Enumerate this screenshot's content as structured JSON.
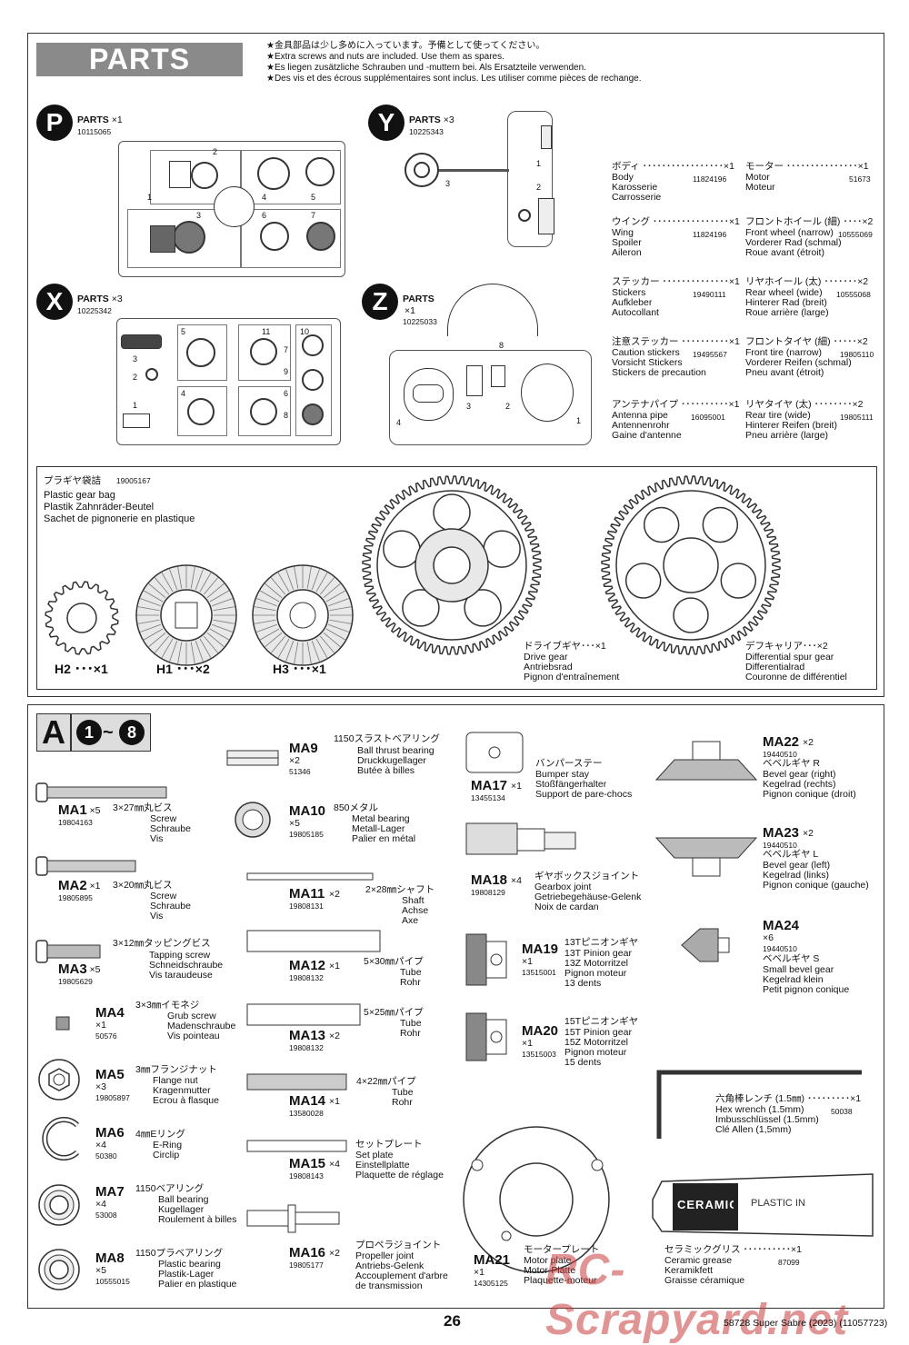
{
  "header": {
    "title": "PARTS",
    "notes": [
      "★金具部品は少し多めに入っています。予備として使ってください。",
      "★Extra screws and nuts are included. Use them as spares.",
      "★Es liegen zusätzliche Schrauben und -muttern bei. Als Ersatzteile verwenden.",
      "★Des vis et des écrous supplémentaires sont inclus. Les utiliser comme pièces de rechange."
    ]
  },
  "sprues": {
    "p": {
      "letter": "P",
      "label": "PARTS",
      "qty": "×1",
      "code": "10115065",
      "nums": [
        "1",
        "2",
        "3",
        "4",
        "5",
        "6",
        "7"
      ]
    },
    "y": {
      "letter": "Y",
      "label": "PARTS",
      "qty": "×3",
      "code": "10225343",
      "nums": [
        "1",
        "2",
        "3"
      ]
    },
    "x": {
      "letter": "X",
      "label": "PARTS",
      "qty": "×3",
      "code": "10225342",
      "nums": [
        "1",
        "2",
        "3",
        "4",
        "5",
        "6",
        "7",
        "8",
        "9",
        "10",
        "11"
      ]
    },
    "z": {
      "letter": "Z",
      "label": "PARTS",
      "qty": "×1",
      "code": "10225033",
      "nums": [
        "1",
        "2",
        "3",
        "4",
        "8"
      ]
    }
  },
  "body_parts": [
    {
      "jp": "ボディ ･････････････････×1",
      "lines": [
        "Body",
        "Karosserie",
        "Carrosserie"
      ],
      "code": "11824196"
    },
    {
      "jp": "ウイング ････････････････×1",
      "lines": [
        "Wing",
        "Spoiler",
        "Aileron"
      ],
      "code": "11824196"
    },
    {
      "jp": "ステッカー ･･････････････×1",
      "lines": [
        "Stickers",
        "Aufkleber",
        "Autocollant"
      ],
      "code": "19490111"
    },
    {
      "jp": "注意ステッカー ･･････････×1",
      "lines": [
        "Caution stickers",
        "Vorsicht Stickers",
        "Stickers de precaution"
      ],
      "code": "19495567"
    },
    {
      "jp": "アンテナパイプ ･･････････×1",
      "lines": [
        "Antenna pipe",
        "Antennenrohr",
        "Gaine d'antenne"
      ],
      "code": "16095001"
    }
  ],
  "right_parts": [
    {
      "jp": "モーター ･･･････････････×1",
      "lines": [
        "Motor",
        "Moteur"
      ],
      "code": "51673"
    },
    {
      "jp": "フロントホイール (細) ････×2",
      "lines": [
        "Front wheel (narrow)",
        "Vorderer Rad (schmal)",
        "Roue avant (étroit)"
      ],
      "code": "10555069"
    },
    {
      "jp": "リヤホイール (太) ･･･････×2",
      "lines": [
        "Rear wheel (wide)",
        "Hinterer Rad (breit)",
        "Roue arrière (large)"
      ],
      "code": "10555068"
    },
    {
      "jp": "フロントタイヤ (細) ･････×2",
      "lines": [
        "Front tire (narrow)",
        "Vorderer Reifen (schmal)",
        "Pneu avant (étroit)"
      ],
      "code": "19805110"
    },
    {
      "jp": "リヤタイヤ (太) ････････×2",
      "lines": [
        "Rear tire (wide)",
        "Hinterer Reifen (breit)",
        "Pneu arrière (large)"
      ],
      "code": "19805111"
    }
  ],
  "gear_bag": {
    "jp": "プラギヤ袋詰",
    "code": "19005167",
    "lines": [
      "Plastic gear bag",
      "Plastik Zahnräder-Beutel",
      "Sachet de pignonerie en plastique"
    ],
    "h2": "H2 ･･･×1",
    "h1": "H1 ･･･×2",
    "h3": "H3 ･･･×1",
    "drive_gear": {
      "jp": "ドライブギヤ･･･×1",
      "lines": [
        "Drive gear",
        "Antriebsrad",
        "Pignon d'entraînement"
      ]
    },
    "diff_gear": {
      "jp": "デフキャリア･･･×2",
      "lines": [
        "Differential spur gear",
        "Differentialrad",
        "Couronne de différentiel"
      ]
    }
  },
  "bag_a": {
    "letter": "A",
    "step_from": "1",
    "tilde": "~",
    "step_to": "8"
  },
  "hardware": [
    {
      "id": "MA1",
      "qty": "×5",
      "code": "19804163",
      "jp": "3×27㎜丸ビス",
      "lines": [
        "Screw",
        "Schraube",
        "Vis"
      ]
    },
    {
      "id": "MA2",
      "qty": "×1",
      "code": "19805895",
      "jp": "3×20㎜丸ビス",
      "lines": [
        "Screw",
        "Schraube",
        "Vis"
      ]
    },
    {
      "id": "MA3",
      "qty": "×5",
      "code": "19805629",
      "jp": "3×12㎜タッピングビス",
      "lines": [
        "Tapping screw",
        "Schneidschraube",
        "Vis taraudeuse"
      ]
    },
    {
      "id": "MA4",
      "qty": "×1",
      "code": "50576",
      "jp": "3×3㎜イモネジ",
      "lines": [
        "Grub screw",
        "Madenschraube",
        "Vis pointeau"
      ]
    },
    {
      "id": "MA5",
      "qty": "×3",
      "code": "19805897",
      "jp": "3㎜フランジナット",
      "lines": [
        "Flange nut",
        "Kragenmutter",
        "Ecrou à flasque"
      ]
    },
    {
      "id": "MA6",
      "qty": "×4",
      "code": "50380",
      "jp": "4㎜Eリング",
      "lines": [
        "E-Ring",
        "Circlip"
      ]
    },
    {
      "id": "MA7",
      "qty": "×4",
      "code": "53008",
      "jp": "1150ベアリング",
      "lines": [
        "Ball bearing",
        "Kugellager",
        "Roulement à billes"
      ]
    },
    {
      "id": "MA8",
      "qty": "×5",
      "code": "10555015",
      "jp": "1150プラベアリング",
      "lines": [
        "Plastic bearing",
        "Plastik-Lager",
        "Palier en plastique"
      ]
    },
    {
      "id": "MA9",
      "qty": "×2",
      "code": "51346",
      "jp": "1150スラストベアリング",
      "lines": [
        "Ball thrust bearing",
        "Druckkugellager",
        "Butée à billes"
      ]
    },
    {
      "id": "MA10",
      "qty": "×5",
      "code": "19805185",
      "jp": "850メタル",
      "lines": [
        "Metal bearing",
        "Metall-Lager",
        "Palier en métal"
      ]
    },
    {
      "id": "MA11",
      "qty": "×2",
      "code": "19808131",
      "jp": "2×28㎜シャフト",
      "lines": [
        "Shaft",
        "Achse",
        "Axe"
      ]
    },
    {
      "id": "MA12",
      "qty": "×1",
      "code": "19808132",
      "jp": "5×30㎜パイプ",
      "lines": [
        "Tube",
        "Rohr"
      ]
    },
    {
      "id": "MA13",
      "qty": "×2",
      "code": "19808132",
      "jp": "5×25㎜パイプ",
      "lines": [
        "Tube",
        "Rohr"
      ]
    },
    {
      "id": "MA14",
      "qty": "×1",
      "code": "13580028",
      "jp": "4×22㎜パイプ",
      "lines": [
        "Tube",
        "Rohr"
      ]
    },
    {
      "id": "MA15",
      "qty": "×4",
      "code": "19808143",
      "jp": "セットプレート",
      "lines": [
        "Set plate",
        "Einstellplatte",
        "Plaquette de réglage"
      ]
    },
    {
      "id": "MA16",
      "qty": "×2",
      "code": "19805177",
      "jp": "プロペラジョイント",
      "lines": [
        "Propeller joint",
        "Antriebs-Gelenk",
        "Accouplement d'arbre",
        "de transmission"
      ]
    },
    {
      "id": "MA17",
      "qty": "×1",
      "code": "13455134",
      "jp": "バンパーステー",
      "lines": [
        "Bumper stay",
        "Stoßfängerhalter",
        "Support de pare-chocs"
      ]
    },
    {
      "id": "MA18",
      "qty": "×4",
      "code": "19808129",
      "jp": "ギヤボックスジョイント",
      "lines": [
        "Gearbox joint",
        "Getriebegehäuse-Gelenk",
        "Noix de cardan"
      ]
    },
    {
      "id": "MA19",
      "qty": "×1",
      "code": "13515001",
      "jp": "13Tピニオンギヤ",
      "lines": [
        "13T Pinion gear",
        "13Z Motorritzel",
        "Pignon moteur",
        "13 dents"
      ]
    },
    {
      "id": "MA20",
      "qty": "×1",
      "code": "13515003",
      "jp": "15Tピニオンギヤ",
      "lines": [
        "15T Pinion gear",
        "15Z Motorritzel",
        "Pignon moteur",
        "15 dents"
      ]
    },
    {
      "id": "MA21",
      "qty": "×1",
      "code": "14305125",
      "jp": "モータープレート",
      "lines": [
        "Motor plate",
        "Motor-Platte",
        "Plaquette-moteur"
      ]
    },
    {
      "id": "MA22",
      "qty": "×2",
      "code": "19440510",
      "jp": "ベベルギヤ R",
      "lines": [
        "Bevel gear (right)",
        "Kegelrad (rechts)",
        "Pignon conique (droit)"
      ]
    },
    {
      "id": "MA23",
      "qty": "×2",
      "code": "19440510",
      "jp": "ベベルギヤ L",
      "lines": [
        "Bevel gear (left)",
        "Kegelrad (links)",
        "Pignon conique (gauche)"
      ]
    },
    {
      "id": "MA24",
      "qty": "×6",
      "code": "19440510",
      "jp": "ベベルギヤ S",
      "lines": [
        "Small bevel gear",
        "Kegelrad klein",
        "Petit pignon conique"
      ]
    }
  ],
  "hex_wrench": {
    "jp": "六角棒レンチ (1.5㎜) ･････････×1",
    "code": "50038",
    "lines": [
      "Hex wrench (1.5mm)",
      "Imbusschlüssel (1.5mm)",
      "Clé Allen (1,5mm)"
    ]
  },
  "grease": {
    "jp": "セラミックグリス ･･････････×1",
    "code": "87099",
    "lines": [
      "Ceramic grease",
      "Keramikfett",
      "Graisse céramique"
    ],
    "tube_text": "CERAMIC GREASE",
    "tube_text2": "PLASTIC IN"
  },
  "footer": {
    "page": "26",
    "model": "58728 Super Sabre (2023) (11057723)"
  },
  "watermark": "RC-Scrapyard.net"
}
